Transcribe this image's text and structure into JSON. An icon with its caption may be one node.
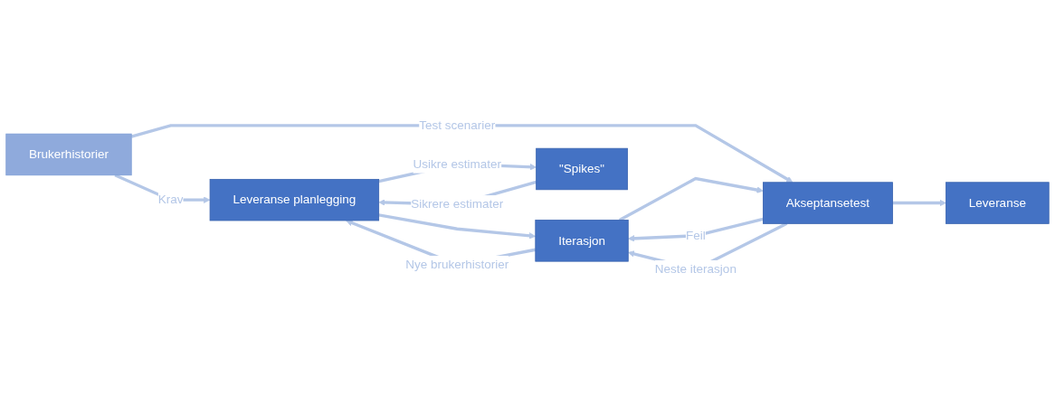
{
  "diagram": {
    "nodes": [
      {
        "text": [
          "Brukerhistorier"
        ]
      },
      {
        "text": [
          "Leveranse planlegging"
        ]
      },
      {
        "text": [
          "Iterasjon"
        ]
      },
      {
        "text": [
          "Akseptansetest"
        ]
      },
      {
        "text": [
          "Leveranse"
        ]
      },
      {
        "text": [
          "\"Spikes\""
        ]
      }
    ],
    "edges": [
      {
        "from": 0,
        "to": 1,
        "arrow": "to",
        "label": "Krav"
      },
      {
        "from": 0,
        "to": 3,
        "arrow": "to",
        "label": "Test scenarier"
      },
      {
        "from": 1,
        "to": 2,
        "arrow": "to"
      },
      {
        "from": 2,
        "to": 1,
        "arrow": "to",
        "label": "Nye brukerhistorier"
      },
      {
        "from": 2,
        "to": 3,
        "arrow": "to"
      },
      {
        "from": 3,
        "to": 2,
        "arrow": "to",
        "label": "Feil"
      },
      {
        "from": 3,
        "to": 2,
        "arrow": "to",
        "label": "Neste iterasjon"
      },
      {
        "from": 3,
        "to": 4,
        "arrow": "to"
      },
      {
        "from": 1,
        "to": 5,
        "arrow": "to",
        "label": "Usikre estimater"
      },
      {
        "from": 5,
        "to": 1,
        "arrow": "to",
        "label": "Sikrere estimater"
      }
    ]
  }
}
